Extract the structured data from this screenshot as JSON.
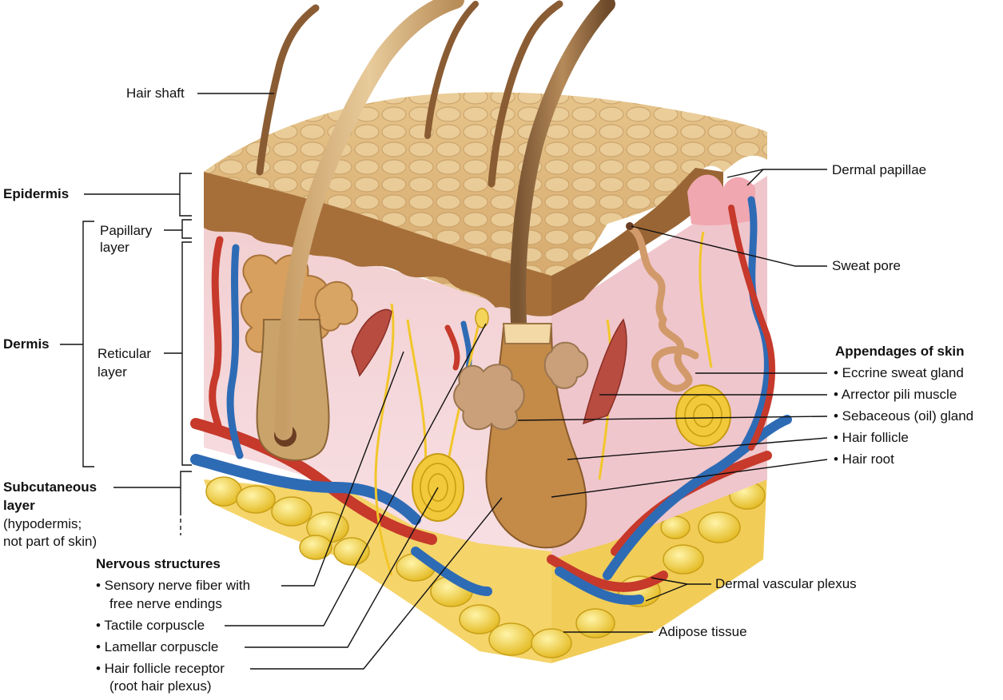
{
  "left_labels": {
    "hair_shaft": "Hair shaft",
    "epidermis": "Epidermis",
    "papillary_layer_1": "Papillary",
    "papillary_layer_2": "layer",
    "dermis": "Dermis",
    "reticular_layer_1": "Reticular",
    "reticular_layer_2": "layer",
    "subcutaneous_1": "Subcutaneous",
    "subcutaneous_2": "layer",
    "subcutaneous_3": "(hypodermis;",
    "subcutaneous_4": "not part of skin)"
  },
  "nervous_structures": {
    "heading": "Nervous structures",
    "items": [
      "• Sensory nerve fiber with",
      "free nerve endings",
      "• Tactile corpuscle",
      "• Lamellar corpuscle",
      "• Hair follicle receptor",
      "(root hair plexus)"
    ]
  },
  "right_labels": {
    "dermal_papillae": "Dermal papillae",
    "sweat_pore": "Sweat pore",
    "appendages_heading": "Appendages of skin",
    "eccrine": "• Eccrine sweat gland",
    "arrector": "• Arrector pili muscle",
    "sebaceous": "• Sebaceous (oil) gland",
    "hair_follicle": "• Hair follicle",
    "hair_root": "• Hair root",
    "dermal_vascular_plexus": "Dermal vascular plexus",
    "adipose": "Adipose tissue"
  }
}
